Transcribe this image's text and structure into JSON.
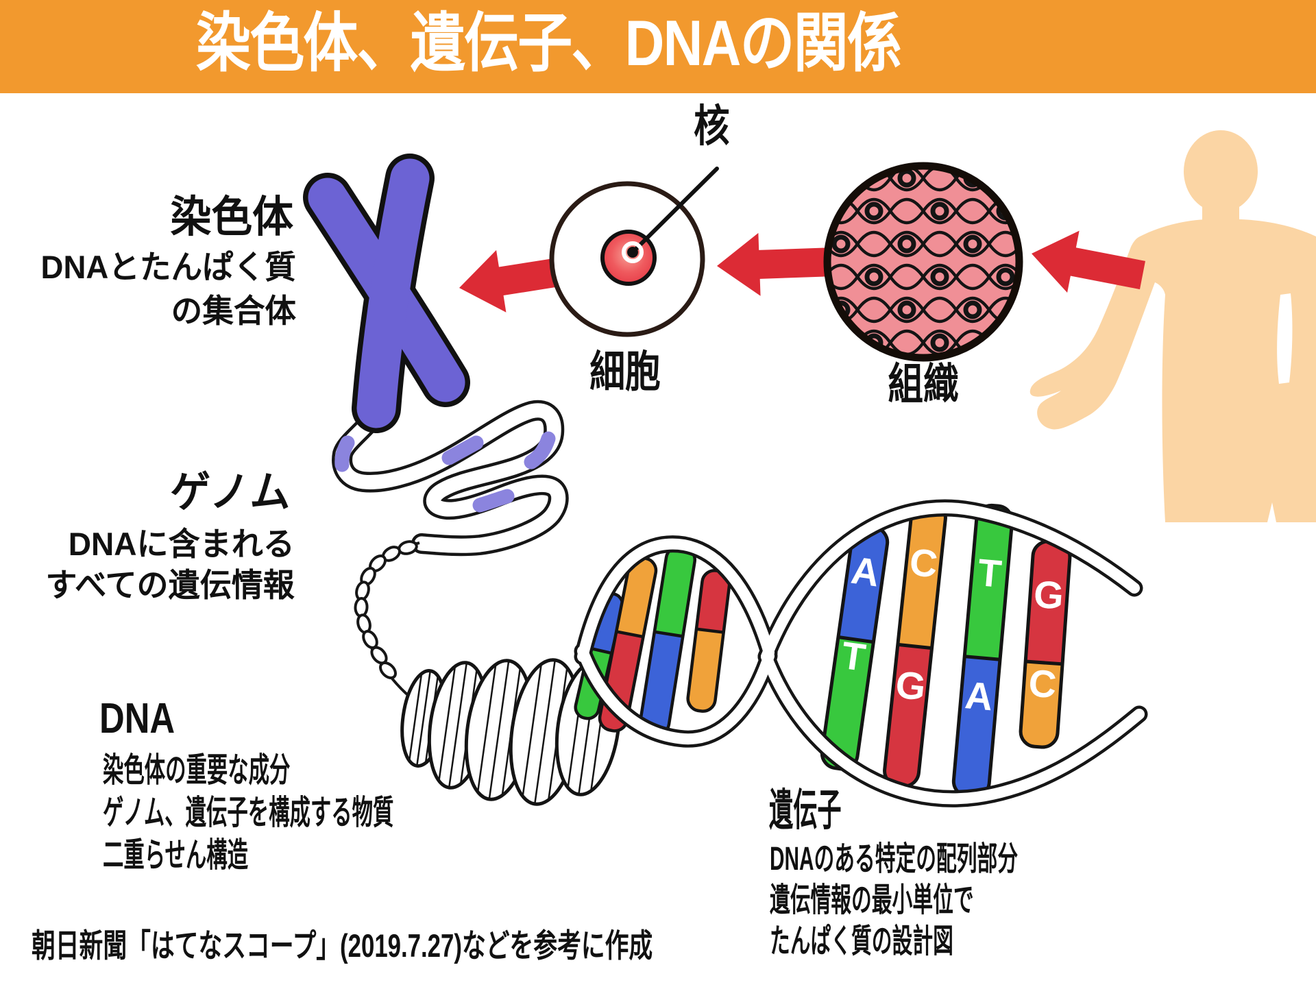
{
  "header": {
    "title": "染色体、遺伝子、DNAの関係",
    "background": "#f2992e"
  },
  "labels": {
    "chromosome": {
      "title": "染色体",
      "desc_line1": "DNAとたんぱく質",
      "desc_line2": "の集合体"
    },
    "nucleus": "核",
    "cell": "細胞",
    "tissue": "組織",
    "genome": {
      "title": "ゲノム",
      "desc_line1": "DNAに含まれる",
      "desc_line2": "すべての遺伝情報"
    },
    "dna": {
      "title": "DNA",
      "desc_line1": "染色体の重要な成分",
      "desc_line2": "ゲノム、遺伝子を構成する物質",
      "desc_line3": "二重らせん構造"
    },
    "gene": {
      "title": "遺伝子",
      "desc_line1": "DNAのある特定の配列部分",
      "desc_line2": "遺伝情報の最小単位で",
      "desc_line3": "たんぱく質の設計図"
    },
    "credit": "朝日新聞「はてなスコープ」(2019.7.27)などを参考に作成"
  },
  "helix": {
    "labeled_pairs": [
      {
        "top": {
          "letter": "A",
          "color": "#3c63d8"
        },
        "bottom": {
          "letter": "T",
          "color": "#38c83e"
        }
      },
      {
        "top": {
          "letter": "C",
          "color": "#f0a23a"
        },
        "bottom": {
          "letter": "G",
          "color": "#d63540"
        }
      },
      {
        "top": {
          "letter": "T",
          "color": "#38c83e"
        },
        "bottom": {
          "letter": "A",
          "color": "#3c63d8"
        }
      },
      {
        "top": {
          "letter": "G",
          "color": "#d63540"
        },
        "bottom": {
          "letter": "C",
          "color": "#f0a23a"
        }
      }
    ],
    "unlabeled_pairs": [
      {
        "top_color": "#3c63d8",
        "bottom_color": "#38c83e"
      },
      {
        "top_color": "#f0a23a",
        "bottom_color": "#d63540"
      },
      {
        "top_color": "#38c83e",
        "bottom_color": "#3c63d8"
      },
      {
        "top_color": "#d63540",
        "bottom_color": "#f0a23a"
      }
    ]
  },
  "colors": {
    "header_bg": "#f2992e",
    "chromosome": "#6c63d4",
    "ribbon_segment": "#8b84de",
    "tissue": "#f08f96",
    "skin": "#fbd5a4",
    "arrow": "#dc2b35",
    "outline": "#161616",
    "base_a": "#3c63d8",
    "base_t": "#38c83e",
    "base_c": "#f0a23a",
    "base_g": "#d63540"
  }
}
